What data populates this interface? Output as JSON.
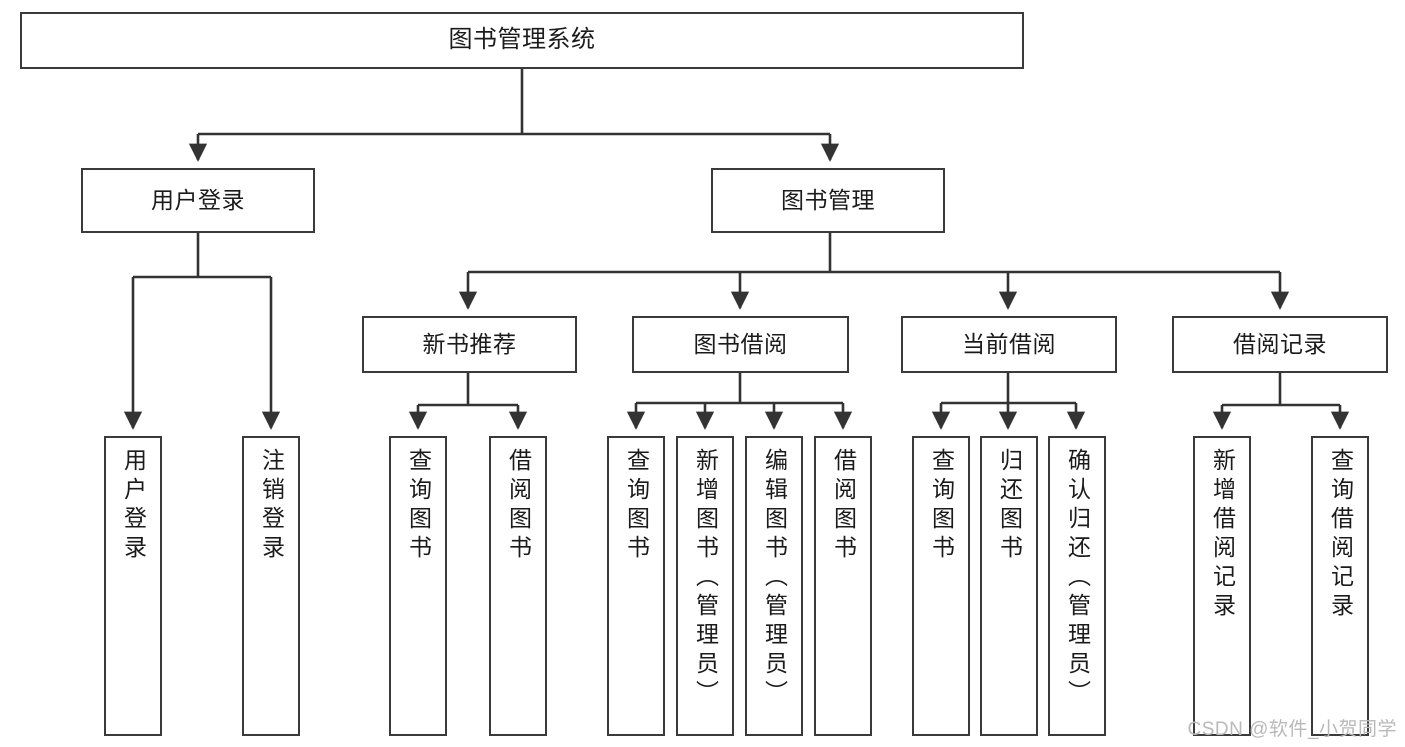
{
  "diagram": {
    "title": "图书管理系统",
    "watermark": "CSDN @软件_小贺同学",
    "edge_color": "#333333",
    "box_border_color": "#3a3a3a",
    "text_color": "#1b1b1b",
    "background": "#ffffff"
  },
  "nodes": {
    "root": {
      "label": "图书管理系统"
    },
    "level2": [
      {
        "id": "user-login",
        "label": "用户登录"
      },
      {
        "id": "book-manage",
        "label": "图书管理"
      }
    ],
    "level3": [
      {
        "id": "new-book-recommend",
        "label": "新书推荐"
      },
      {
        "id": "book-borrow",
        "label": "图书借阅"
      },
      {
        "id": "current-borrow",
        "label": "当前借阅"
      },
      {
        "id": "borrow-record",
        "label": "借阅记录"
      }
    ],
    "leaves": {
      "user_login": [
        {
          "id": "leaf-user-login",
          "label": "用户登录"
        },
        {
          "id": "leaf-logout-login",
          "label": "注销登录"
        }
      ],
      "new_book_recommend": [
        {
          "id": "leaf-query-book-1",
          "label": "查询图书"
        },
        {
          "id": "leaf-borrow-book-1",
          "label": "借阅图书"
        }
      ],
      "book_borrow": [
        {
          "id": "leaf-query-book-2",
          "label": "查询图书"
        },
        {
          "id": "leaf-add-book",
          "label": "新增图书（管理员）"
        },
        {
          "id": "leaf-edit-book",
          "label": "编辑图书（管理员）"
        },
        {
          "id": "leaf-borrow-book-2",
          "label": "借阅图书"
        }
      ],
      "current_borrow": [
        {
          "id": "leaf-query-book-3",
          "label": "查询图书"
        },
        {
          "id": "leaf-return-book",
          "label": "归还图书"
        },
        {
          "id": "leaf-confirm-return",
          "label": "确认归还（管理员）"
        }
      ],
      "borrow_record": [
        {
          "id": "leaf-add-record",
          "label": "新增借阅记录"
        },
        {
          "id": "leaf-query-record",
          "label": "查询借阅记录"
        }
      ]
    }
  }
}
